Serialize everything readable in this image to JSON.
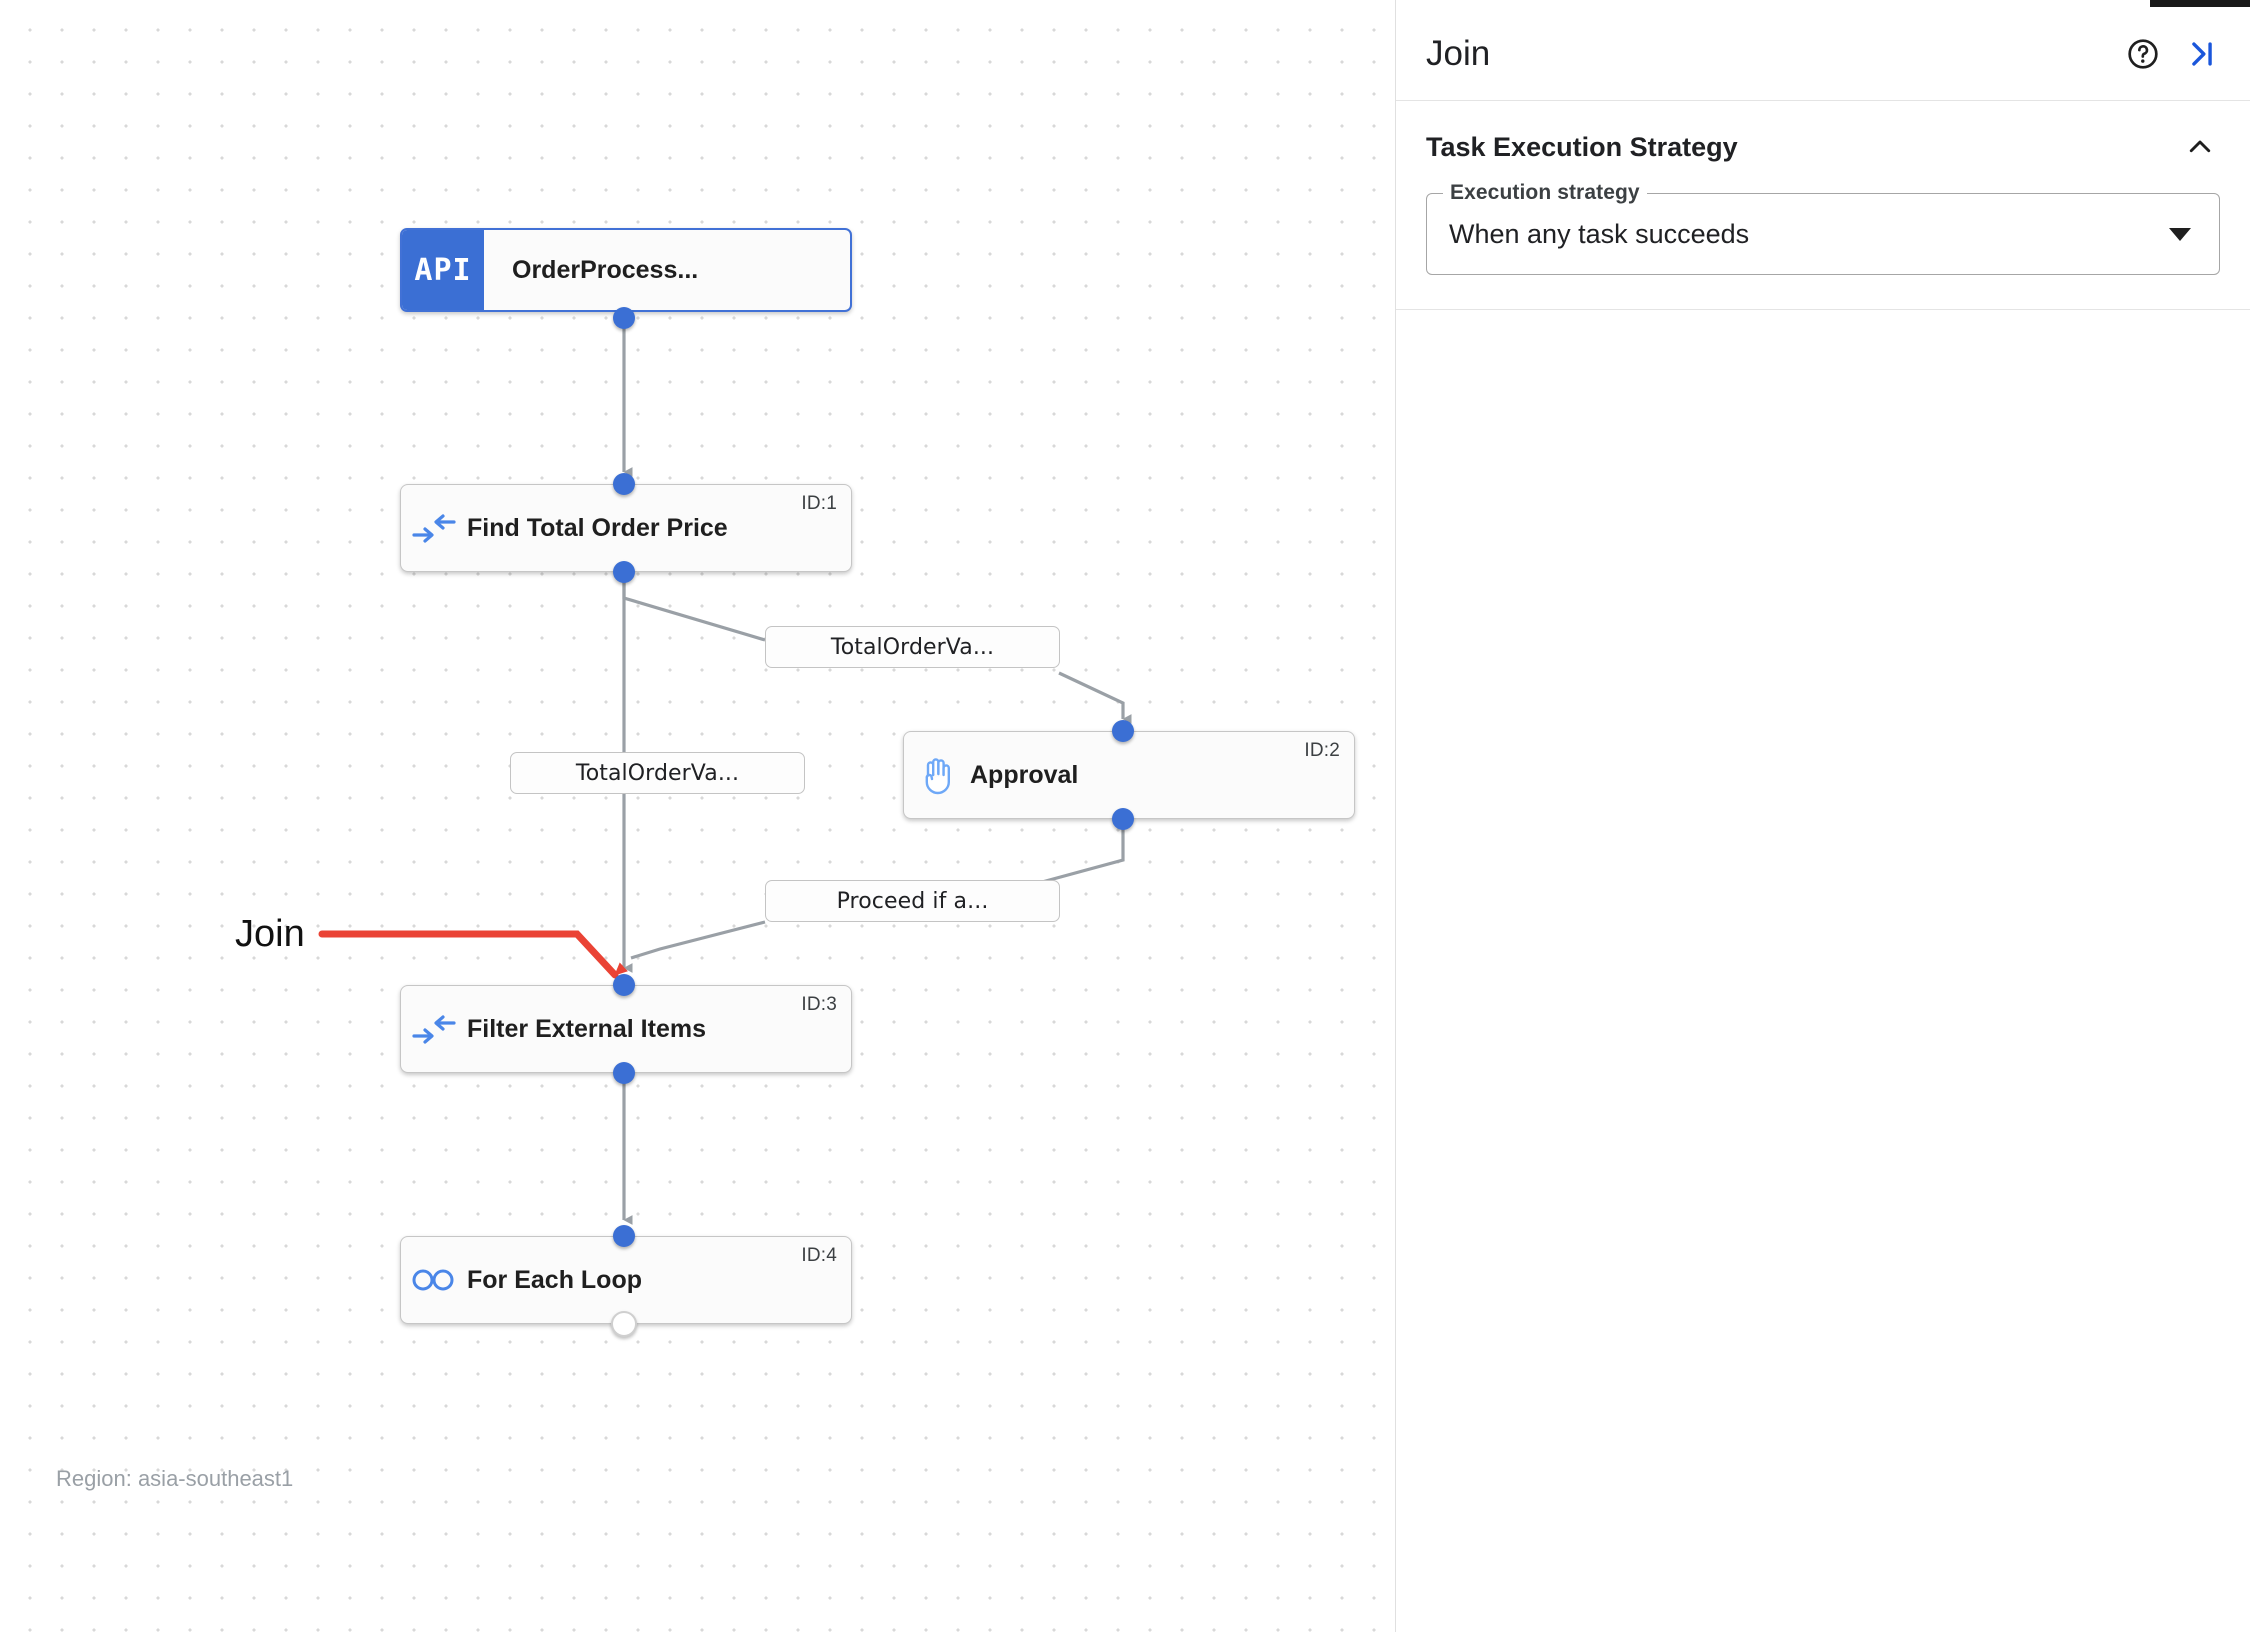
{
  "canvas": {
    "region_label": "Region: asia-southeast1",
    "annotation": {
      "label": "Join",
      "color": "#ea4335"
    },
    "nodes": [
      {
        "key": "trigger",
        "badge": "API",
        "label": "OrderProcess...",
        "id_label": "",
        "icon": "api-badge-icon"
      },
      {
        "key": "find_total",
        "badge": "",
        "label": "Find Total Order Price",
        "id_label": "ID:1",
        "icon": "merge-arrows-icon"
      },
      {
        "key": "approval",
        "badge": "",
        "label": "Approval",
        "id_label": "ID:2",
        "icon": "hand-raised-icon"
      },
      {
        "key": "filter",
        "badge": "",
        "label": "Filter External Items",
        "id_label": "ID:3",
        "icon": "merge-arrows-icon"
      },
      {
        "key": "foreach",
        "badge": "",
        "label": "For Each Loop",
        "id_label": "ID:4",
        "icon": "infinity-loop-icon"
      }
    ],
    "edge_labels": [
      {
        "key": "e1",
        "text": "TotalOrderVa..."
      },
      {
        "key": "e2",
        "text": "TotalOrderVa..."
      },
      {
        "key": "e3",
        "text": "Proceed if a..."
      }
    ]
  },
  "panel": {
    "title": "Join",
    "help_icon": "help-circle-icon",
    "collapse_icon": "collapse-panel-icon",
    "section": {
      "title": "Task Execution Strategy",
      "collapse_icon": "chevron-up-icon",
      "field": {
        "legend": "Execution strategy",
        "value": "When any task succeeds",
        "arrow_icon": "chevron-down-icon"
      }
    }
  }
}
